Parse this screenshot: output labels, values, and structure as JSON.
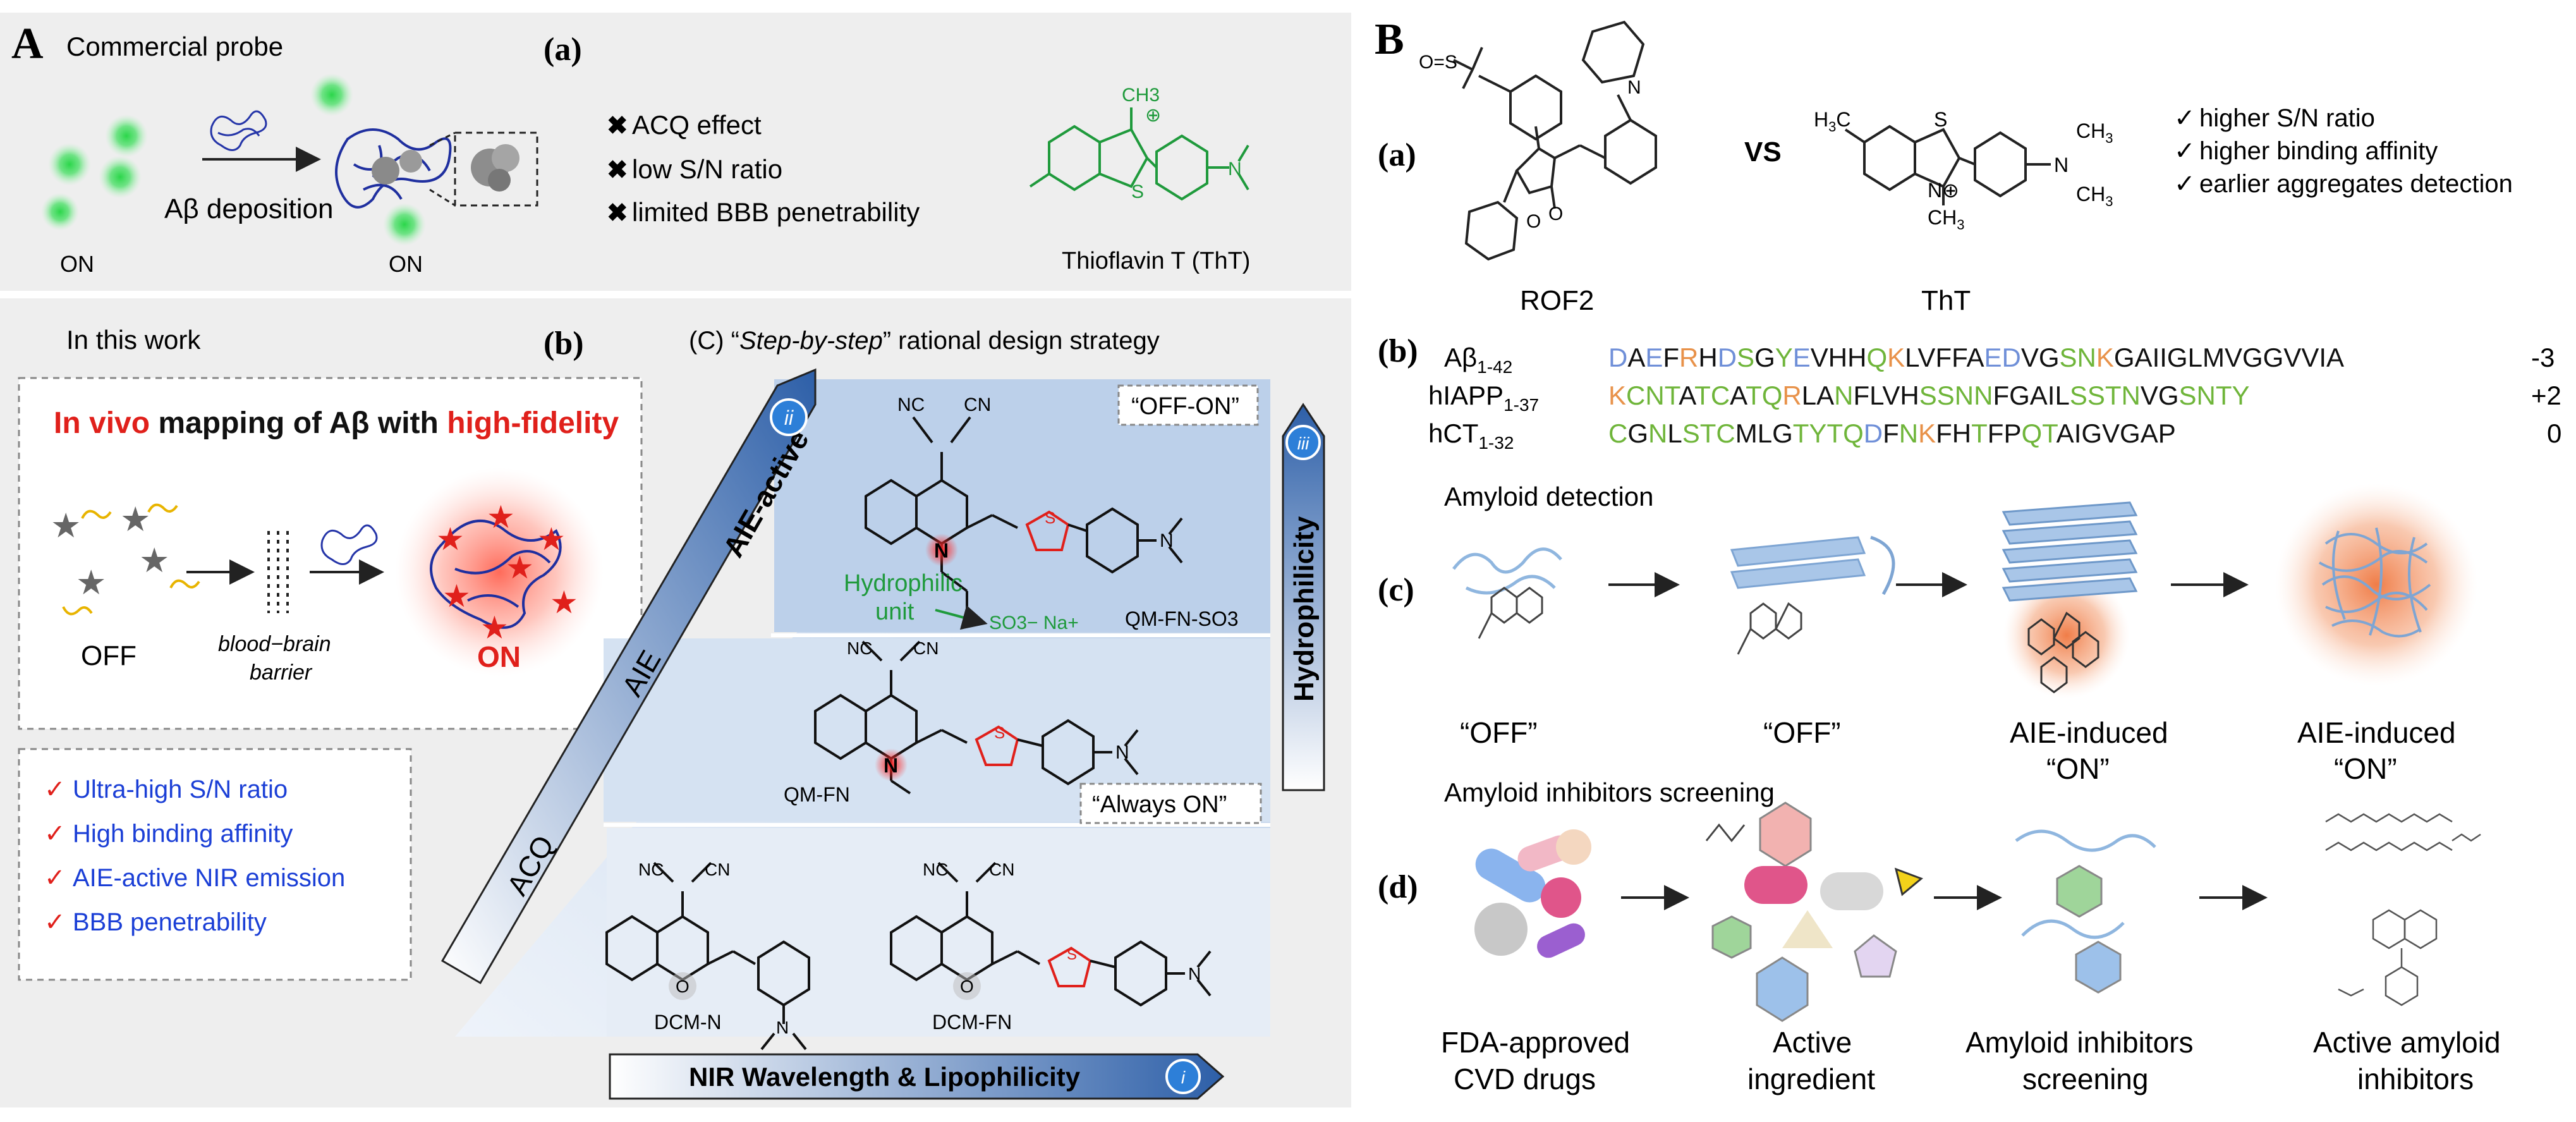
{
  "panelA": {
    "letter": "A",
    "top": {
      "title": "Commercial probe",
      "label": "(a)",
      "arrow_text": "Aβ deposition",
      "state_left": "ON",
      "state_right": "ON",
      "drawbacks": [
        "ACQ effect",
        "low S/N ratio",
        "limited BBB penetrability"
      ],
      "probe_name": "Thioflavin T (ThT)",
      "structure": {
        "methyl_n": "CH3",
        "charge": "⊕",
        "s": "S",
        "n": "N"
      }
    },
    "bottom": {
      "title": "In this work",
      "label": "(b)",
      "headline": {
        "part1": "In vivo",
        "part2": " mapping of Aβ with ",
        "part3": "high-fidelity"
      },
      "off": "OFF",
      "bbb_line1": "blood−brain",
      "bbb_line2": "barrier",
      "on": "ON",
      "features": [
        "Ultra-high S/N ratio",
        "High binding affinity",
        "AIE-active NIR emission",
        "BBB penetrability"
      ],
      "strategy_prefix": "(C) “",
      "strategy_italic": "Step-by-step",
      "strategy_suffix": "” rational design strategy",
      "diag_labels": [
        "ACQ",
        "AIE",
        "AIE-active"
      ],
      "badge_ii": "ii",
      "badge_iii": "iii",
      "badge_i": "i",
      "vertical_label": "Hydrophilicity",
      "bottom_bar": "NIR Wavelength & Lipophilicity",
      "tag_off_on": "“OFF-ON”",
      "tag_always_on": "“Always ON”",
      "hydrophilic_unit_l1": "Hydrophilic",
      "hydrophilic_unit_l2": "unit",
      "so3": "SO3−  Na+",
      "molecules": [
        "QM-FN-SO3",
        "QM-FN",
        "DCM-N",
        "DCM-FN"
      ],
      "cn": "NC",
      "cn2": "CN"
    }
  },
  "panelB": {
    "letter": "B",
    "a": {
      "label": "(a)",
      "vs": "VS",
      "mol_left": "ROF2",
      "mol_right": "ThT",
      "checks": [
        "higher S/N ratio",
        "higher binding affinity",
        "earlier aggregates detection"
      ]
    },
    "b": {
      "label": "(b)",
      "rows": [
        {
          "name": "Aβ",
          "sub": "1-42",
          "seq": "DAEFRHDSGYEVHHQKLVFFAEDVGSNKGAIIGLMVGGVVIA",
          "charge": "-3"
        },
        {
          "name": "hIAPP",
          "sub": "1-37",
          "seq": "KCNTATCATQRLANFLVHSSNNFGAILSSTNVGSNTY",
          "charge": "+2"
        },
        {
          "name": "hCT",
          "sub": "1-32",
          "seq": "CGNLSTCMLGTYTQDFNKFHTFPQTAIGVGAP",
          "charge": "0"
        }
      ]
    },
    "c": {
      "label": "(c)",
      "title": "Amyloid detection",
      "states": [
        {
          "l1": "“OFF”",
          "l2": ""
        },
        {
          "l1": "“OFF”",
          "l2": ""
        },
        {
          "l1": "AIE-induced",
          "l2": "“ON”"
        },
        {
          "l1": "AIE-induced",
          "l2": "“ON”"
        }
      ]
    },
    "d": {
      "label": "(d)",
      "title": "Amyloid inhibitors screening",
      "steps": [
        {
          "l1": "FDA-approved",
          "l2": "CVD drugs"
        },
        {
          "l1": "Active",
          "l2": "ingredient"
        },
        {
          "l1": "Amyloid inhibitors",
          "l2": "screening"
        },
        {
          "l1": "Active amyloid",
          "l2": "inhibitors"
        }
      ]
    }
  },
  "colors": {
    "red": "#e0201b",
    "blue": "#1b3fd6",
    "green": "#1f9a3c",
    "navy_arrow": "#0e3a7a",
    "panel_gray": "#eeeeee",
    "light_blue": "#cfdcee",
    "seq_blue": "#6f8fd8",
    "seq_orange": "#e8924a",
    "seq_green": "#6fb53a"
  }
}
